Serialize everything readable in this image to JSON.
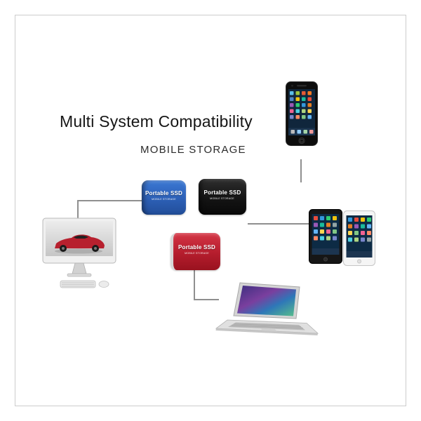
{
  "header": {
    "title": "Multi System Compatibility",
    "subtitle": "MOBILE STORAGE"
  },
  "ssds": [
    {
      "label": "Portable SSD",
      "sublabel": "MOBILE STORAGE",
      "color": "#2f63b8"
    },
    {
      "label": "Portable SSD",
      "sublabel": "MOBILE STORAGE",
      "color": "#141414"
    },
    {
      "label": "Portable SSD",
      "sublabel": "MOBILE STORAGE",
      "color": "#c02534"
    }
  ],
  "devices": {
    "top_right": "smartphone",
    "left": "desktop-computer-with-keyboard-and-mouse",
    "right": "two-tablets",
    "bottom": "laptop"
  },
  "colors": {
    "background": "#ffffff",
    "frame_border": "#cccccc",
    "connector_line": "#8f8f8f",
    "title_text": "#161616"
  }
}
